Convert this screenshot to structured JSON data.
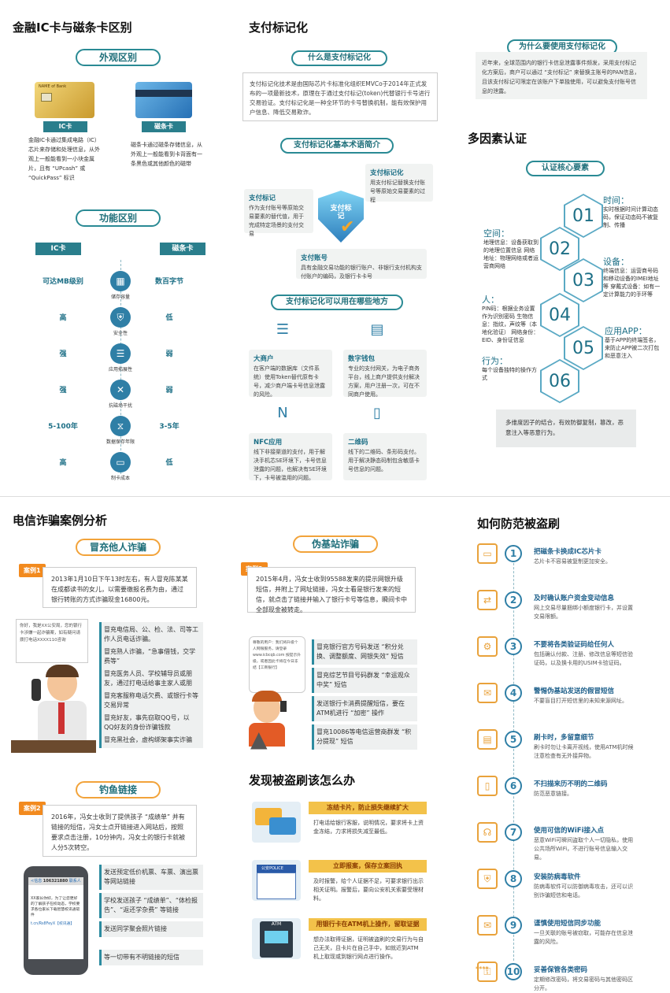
{
  "ic": {
    "title": "金融IC卡与磁条卡区别",
    "appearance": "外观区别",
    "ic_label": "IC卡",
    "mag_label": "磁条卡",
    "ic_desc": "金融IC卡通过集成电路（IC）芯片来存储和处理信息，从外观上一般能看到一小块金属片，且有 “UPcash” 或 “QuickPass” 标识",
    "mag_desc": "磁条卡通过磁条存储信息，从外观上一般能看到卡背面有一条黑色或其他颜色的磁带",
    "card_text": "NAME of Bank",
    "function": "功能区别",
    "col_ic": "IC卡",
    "col_mag": "磁条卡",
    "rows": [
      {
        "ic": "可达MB级别",
        "mag": "数百字节",
        "cap": "储存容量",
        "icon": "▦"
      },
      {
        "ic": "高",
        "mag": "低",
        "cap": "安全性",
        "icon": "⛨"
      },
      {
        "ic": "强",
        "mag": "弱",
        "cap": "应用拓展性",
        "icon": "☰"
      },
      {
        "ic": "强",
        "mag": "弱",
        "cap": "抗磁场干扰",
        "icon": "✕"
      },
      {
        "ic": "5-100年",
        "mag": "3-5年",
        "cap": "数据保存年限",
        "icon": "⧖"
      },
      {
        "ic": "高",
        "mag": "低",
        "cap": "制卡成本",
        "icon": "▭"
      }
    ]
  },
  "token": {
    "title": "支付标记化",
    "what": "什么是支付标记化",
    "what_desc": "支付标记化技术是由国际芯片卡标准化组织EMVCo于2014年正式发布的一项最新技术，原理在于通过支付标记(token)代替银行卡号进行交易验证。支付标记化是一种全环节的卡号替换机制，能有效保护用户信息、降低交易欺诈。",
    "terms": "支付标记化基本术语简介",
    "badge": "支付标记",
    "t1_title": "支付标记化",
    "t1_desc": "用支付标记替换支付账号等原始交易要素的过程",
    "t2_title": "支付标记",
    "t2_desc": "作为支付账号等原始交易要素的替代值，用于完成特定场景的支付交易",
    "t3_title": "支付账号",
    "t3_desc": "具有金融交易功能的银行账户、非银行支付机构支付账户的编码，及银行卡卡号",
    "where": "支付标记化可以用在哪些地方",
    "uses": [
      {
        "title": "大商户",
        "desc": "在客户端的数据库（文件系统）使用Token替代原有卡号，减少商户端卡号信息泄露的风险。",
        "icon": "☰"
      },
      {
        "title": "数字钱包",
        "desc": "专业的支付网关，为电子商务平台，线上商户提供支付解决方案，用户注册一次，可在不同商户使用。",
        "icon": "▤"
      },
      {
        "title": "NFC应用",
        "desc": "线下非接渠道的支付，用于解决手机芯SE环境下，卡号信息泄露的问题，也解决有SE环境下，卡号被滥用的问题。",
        "icon": "N"
      },
      {
        "title": "二维码",
        "desc": "线下的二维码、条形码支付。用于解决静态码制包含敏感卡号信息的问题。",
        "icon": "▯"
      }
    ],
    "why": "为什么要使用支付标记化",
    "why_desc": "近年来，全球范围内的银行卡信息泄露事件频发，采用支付标记化方案后，商户可以通过 “支付标记” 来替换主账号的PAN信息，且该支付标记可限定在该账户下单独使用，可以避免支付账号信息的泄露。"
  },
  "mfa": {
    "title": "多因素认证",
    "sub": "认证核心要素",
    "hex": [
      "01",
      "02",
      "03",
      "04",
      "05",
      "06"
    ],
    "factors": [
      {
        "name": "时间：",
        "desc": "实时根据时间计算动态码，保证动态码不被复制、传播"
      },
      {
        "name": "空间：",
        "desc": "地理信息：设备获取到的地理位置信息 网络地址：物理网络或者运营商网络"
      },
      {
        "name": "设备：",
        "desc": "终端信息：运营商号码和移动设备的IMEI地址等 穿戴式设备：如有一定计算能力的手环等"
      },
      {
        "name": "人：",
        "desc": "PIN码：根据业务设置作为识别密码 生物信息：指纹，声纹等（本地化验证） 网络身份：EID、身份证信息"
      },
      {
        "name": "应用APP：",
        "desc": "基于APP的终端签名，来防止APP被二次打包和恶意注入"
      },
      {
        "name": "行为：",
        "desc": "每个设备独特的操作方式"
      }
    ],
    "summary": "多维度因子的结合，有效防御复制，篡改，恶意注入等恶意行为。"
  },
  "fraud": {
    "title": "电信诈骗案例分析",
    "s1": "冒充他人诈骗",
    "c1_label": "案例1",
    "c1_text": "2013年1月10日下午13时左右，有人冒充陈某某在成都读书的女儿，以需要缴报名费为由，通过银行转账的方式诈骗现金16800元。",
    "c1_bubble": "你好，我是XX公安局，您的银行卡涉嫌一起诈骗案，如有疑问请拨打电话XXXX110咨询",
    "c1_items": [
      "冒充电信局、公、检、法、司等工作人员电话诈骗。",
      "冒充熟人诈骗，“急事借钱，交学费等”",
      "冒充医务人员、学校辅导员或朋友，通过打电话给事主家人或朋友，谎称其亲属子女“出车祸”",
      "冒充客服称电话欠费、或银行卡等交易异常",
      "冒充好友，事先窃取QQ号，以QQ好友的身份诈骗钱款",
      "冒充黑社会，虚构绑架事实诈骗"
    ],
    "s2": "钓鱼链接",
    "c2_label": "案例2",
    "c2_text": "2016年，冯女士收到了提供孩子 “成绩单” 并有链接的短信，冯女士点开链接进入网站后，按照要求点击注册，10分钟内，冯女士的银行卡就被人分5次转空。",
    "phone_num": "106321880",
    "phone_contact": "联系人",
    "phone_sms": "XX家长你好，为了让您更好的了解孩子在校动态，学校要求各位家长下载智慧校讯通软件",
    "phone_link": "t.cn/Rs8FeyX【校讯通】",
    "c2_items": [
      "发送预定低价机票、车票、演出票等网站链接",
      "学校发送孩子 “成绩单”、“体检报告”、“返还学杂费” 等链接",
      "发送同学聚会照片链接",
      "等一切带有不明链接的短信"
    ],
    "s3": "伪基站诈骗",
    "c3_label": "案例3",
    "c3_text": "2015年4月，冯女士收到95588发来的提示网银升级短信，并附上了网址链接，冯女士看是银行发来的短信，就点击了链接并输入了银行卡号等信息，瞬间卡中全部现金被转走。",
    "c3_bubble": "尊敬的用户：我们将升级个人网银服务，请登录 www.icbcqb.com 按提示升级，或者因此卡将在今日冻结【工商银行】",
    "c3_items": [
      "冒充银行官方号码发送 “积分兑换、调整额度、网银失效” 短信",
      "冒充综艺节目号码群发 “幸运观众中奖” 短信",
      "发送银行卡消费提醒短信，要在ATM机进行 “加密” 操作",
      "冒充10086等电信运营商群发 “积分提现” 短信"
    ]
  },
  "stolen": {
    "title": "发现被盗刷该怎么办",
    "steps": [
      {
        "banner": "冻结卡片，防止损失继续扩大",
        "desc": "打电话给银行客服，说明情况，要求将卡上资金冻结，力求将损失减至最低。",
        "scene": "cards"
      },
      {
        "banner": "立即报案，保存立案回执",
        "desc": "及时报警，给个人证据不足，可要求银行出示相关证明。报警后，要向公安机关索要受理材料。",
        "scene": "police",
        "sign": "POLICE",
        "sign2": "公安"
      },
      {
        "banner": "用银行卡在ATM机上操作，留取证据",
        "desc": "想办法取得证据，证明被盗刷的交易行为与自己无关，且卡片在自己手中，如就近到ATM机上取现或到银行网点进行操作。",
        "scene": "atm",
        "sign": "ATM"
      }
    ]
  },
  "prevent": {
    "title": "如何防范被盗刷",
    "steps": [
      {
        "n": "1",
        "title": "把磁条卡换成IC芯片卡",
        "desc": "芯片卡不容易被复制更加安全。",
        "icon": "▭"
      },
      {
        "n": "2",
        "title": "及时确认账户资金变动信息",
        "desc": "网上交易尽量捆绑小额度银行卡，并设置交易限额。",
        "icon": "⇄"
      },
      {
        "n": "3",
        "title": "不要将各类验证码给任何人",
        "desc": "包括确认付款、注册、修改信息等短信验证码，以及换卡用的USIM卡验证码。",
        "icon": "⚙"
      },
      {
        "n": "4",
        "title": "警惕伪基站发送的假冒短信",
        "desc": "不要盲目打开短信里的未知来源网址。",
        "icon": "✉"
      },
      {
        "n": "5",
        "title": "刷卡时，多留意细节",
        "desc": "刷卡时勿让卡离开视线，使用ATM机时候注意检查有无外接异物。",
        "icon": "▤"
      },
      {
        "n": "6",
        "title": "不扫描来历不明的二维码",
        "desc": "防范恶意链接。",
        "icon": "▯"
      },
      {
        "n": "7",
        "title": "使用可信的WiFi接入点",
        "desc": "恶意WiFi可瞬间盗取个人一切隐私，使用公共场所WiFi，不进行账号信息输入交易。",
        "icon": "☊"
      },
      {
        "n": "8",
        "title": "安装防病毒软件",
        "desc": "防病毒软件可以防御病毒攻击，还可以识别诈骗短信和电话。",
        "icon": "⛨"
      },
      {
        "n": "9",
        "title": "谨慎使用短信同步功能",
        "desc": "一旦关联的账号被窃取，可能存在信息泄露的风险。",
        "icon": "✉"
      },
      {
        "n": "10",
        "title": "妥善保管各类密码",
        "desc": "定期修改密码，将交易密码与其他密码区分开。",
        "icon": "⚿"
      }
    ],
    "stars": "****"
  }
}
